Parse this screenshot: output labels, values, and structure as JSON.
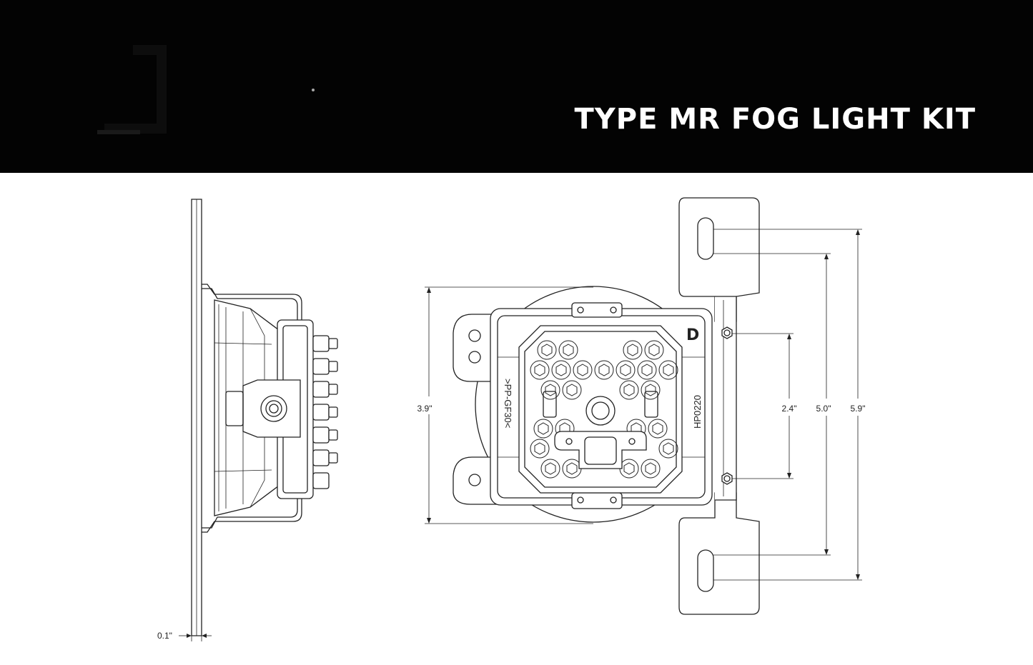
{
  "header": {
    "title": "TYPE MR FOG LIGHT KIT"
  },
  "part_labels": {
    "left_vertical": ">PP-GF30<",
    "right_vertical": "HP0220",
    "brand_mark": "D"
  },
  "dimensions": {
    "bracket_thickness": "0.1\"",
    "housing_height": "3.9\"",
    "mount_hole_spacing": "2.4\"",
    "slot_spacing": "5.0\"",
    "overall_height": "5.9\""
  }
}
